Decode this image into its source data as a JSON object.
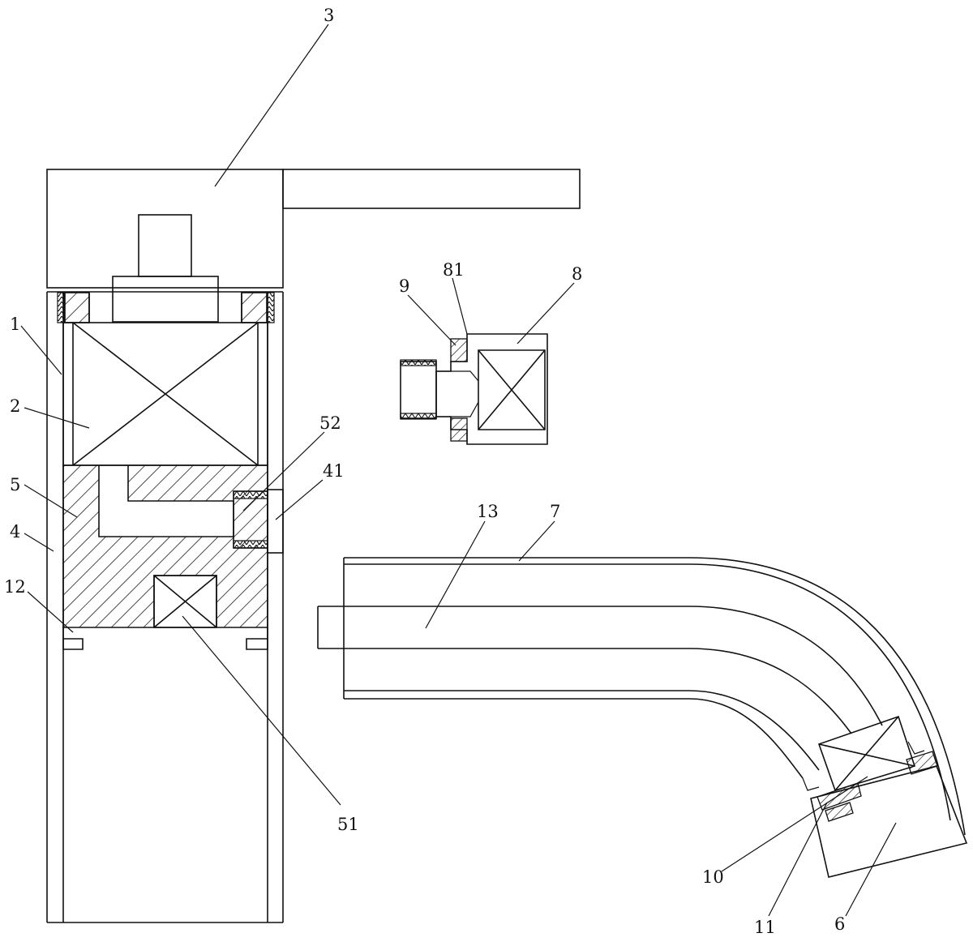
{
  "labels": {
    "l1": "1",
    "l2": "2",
    "l3": "3",
    "l4": "4",
    "l5": "5",
    "l6": "6",
    "l7": "7",
    "l8": "8",
    "l9": "9",
    "l10": "10",
    "l11": "11",
    "l12": "12",
    "l13": "13",
    "l41": "41",
    "l51": "51",
    "l52": "52",
    "l81": "81"
  }
}
